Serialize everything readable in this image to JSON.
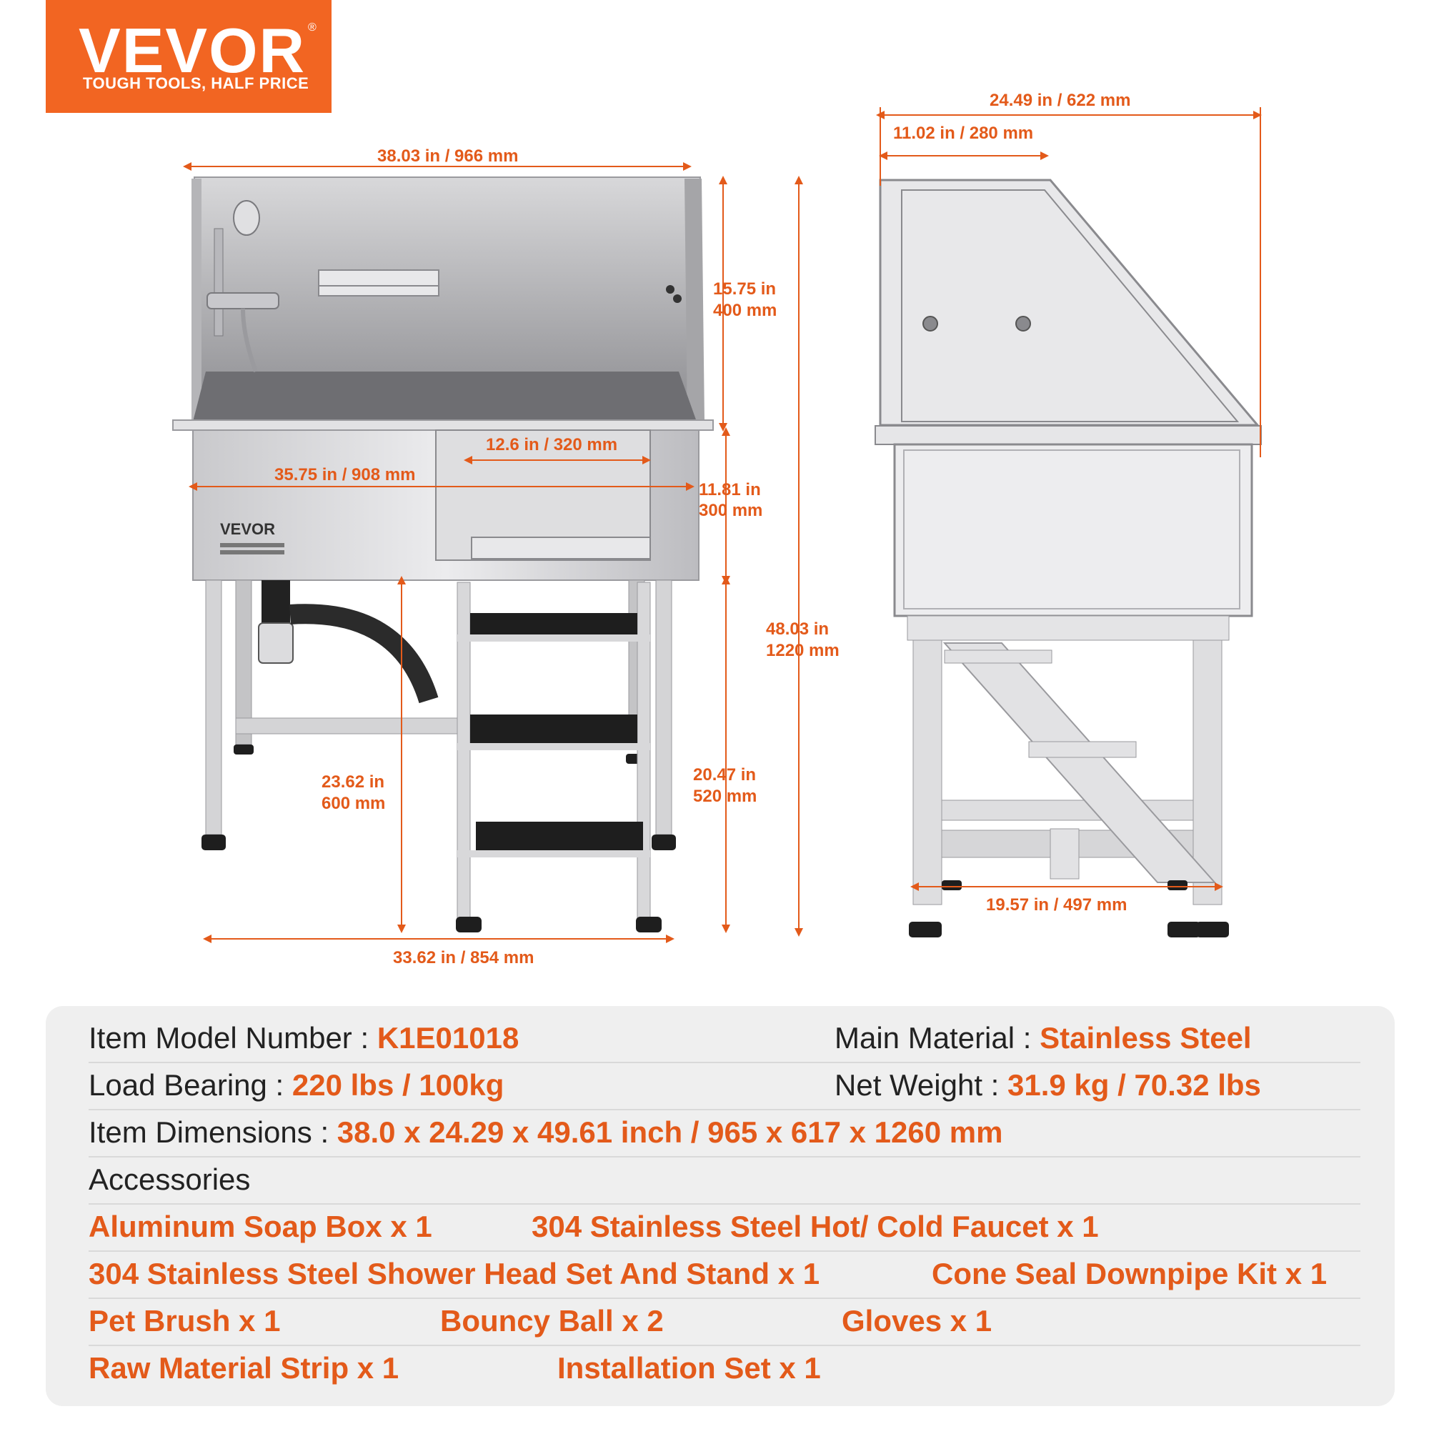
{
  "brand": {
    "name": "VEVOR",
    "registered": "®",
    "tagline": "TOUGH TOOLS, HALF PRICE",
    "color": "#f26522"
  },
  "product": {
    "body_brand": "VEVOR"
  },
  "dimensions": {
    "top_width": "38.03 in / 966 mm",
    "backsplash_height_in": "15.75 in",
    "backsplash_height_mm": "400 mm",
    "door_width": "12.6 in / 320 mm",
    "inner_length": "35.75 in / 908 mm",
    "tub_depth_in": "11.81 in",
    "tub_depth_mm": "300 mm",
    "total_height_in": "48.03 in",
    "total_height_mm": "1220 mm",
    "step_height_in": "23.62 in",
    "step_height_mm": "600 mm",
    "leg_height_in": "20.47 in",
    "leg_height_mm": "520 mm",
    "base_width": "33.62 in / 854 mm",
    "side_depth": "24.49 in / 622 mm",
    "side_top_depth": "11.02 in / 280 mm",
    "side_base_depth": "19.57 in / 497 mm"
  },
  "specs": {
    "model_label": "Item Model Number",
    "model_value": "K1E01018",
    "material_label": "Main Material",
    "material_value": "Stainless Steel",
    "load_label": "Load Bearing",
    "load_value": "220 lbs / 100kg",
    "weight_label": "Net Weight",
    "weight_value": "31.9 kg / 70.32 lbs",
    "dims_label": "Item Dimensions",
    "dims_value": "38.0 x 24.29 x 49.61 inch / 965 x 617 x 1260 mm",
    "separator": ":",
    "accessories_label": "Accessories",
    "accessories": [
      "Aluminum Soap Box x 1",
      "304 Stainless Steel Hot/ Cold Faucet x 1",
      "304 Stainless Steel Shower Head Set And Stand  x 1",
      "Cone Seal Downpipe Kit x 1",
      "Pet Brush x 1",
      "Bouncy Ball x 2",
      "Gloves x 1",
      "Raw Material Strip x 1",
      "Installation Set x 1"
    ]
  },
  "colors": {
    "accent": "#e35a1a",
    "panel": "#efefef",
    "steel": "#d4d4d6"
  }
}
